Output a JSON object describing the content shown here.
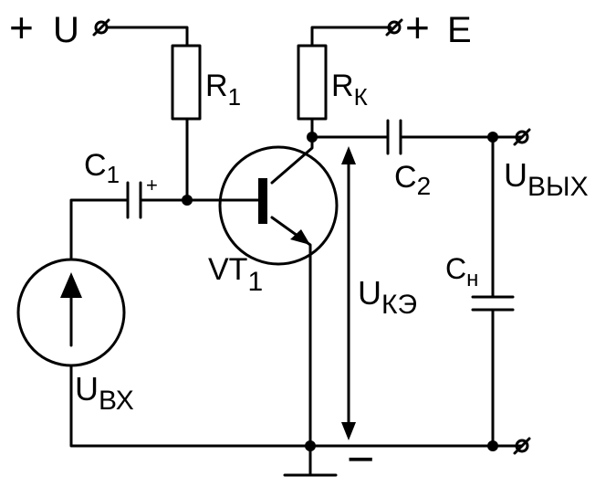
{
  "supply_u": {
    "sign": "+",
    "name": "U"
  },
  "supply_e": {
    "sign": "+",
    "name": "E"
  },
  "r1": {
    "name": "R",
    "sub": "1"
  },
  "rk": {
    "name": "R",
    "sub": "К"
  },
  "c1": {
    "name": "C",
    "sub": "1",
    "polarity": "+"
  },
  "c2": {
    "name": "C",
    "sub": "2"
  },
  "cn": {
    "name": "C",
    "sub": "н"
  },
  "vt1": {
    "name": "VT",
    "sub": "1"
  },
  "u_in": {
    "name": "U",
    "sub": "ВХ"
  },
  "u_out": {
    "name": "U",
    "sub": "ВЫХ"
  },
  "u_ce": {
    "name": "U",
    "sub": "КЭ"
  },
  "minus": {
    "sign": "−"
  }
}
